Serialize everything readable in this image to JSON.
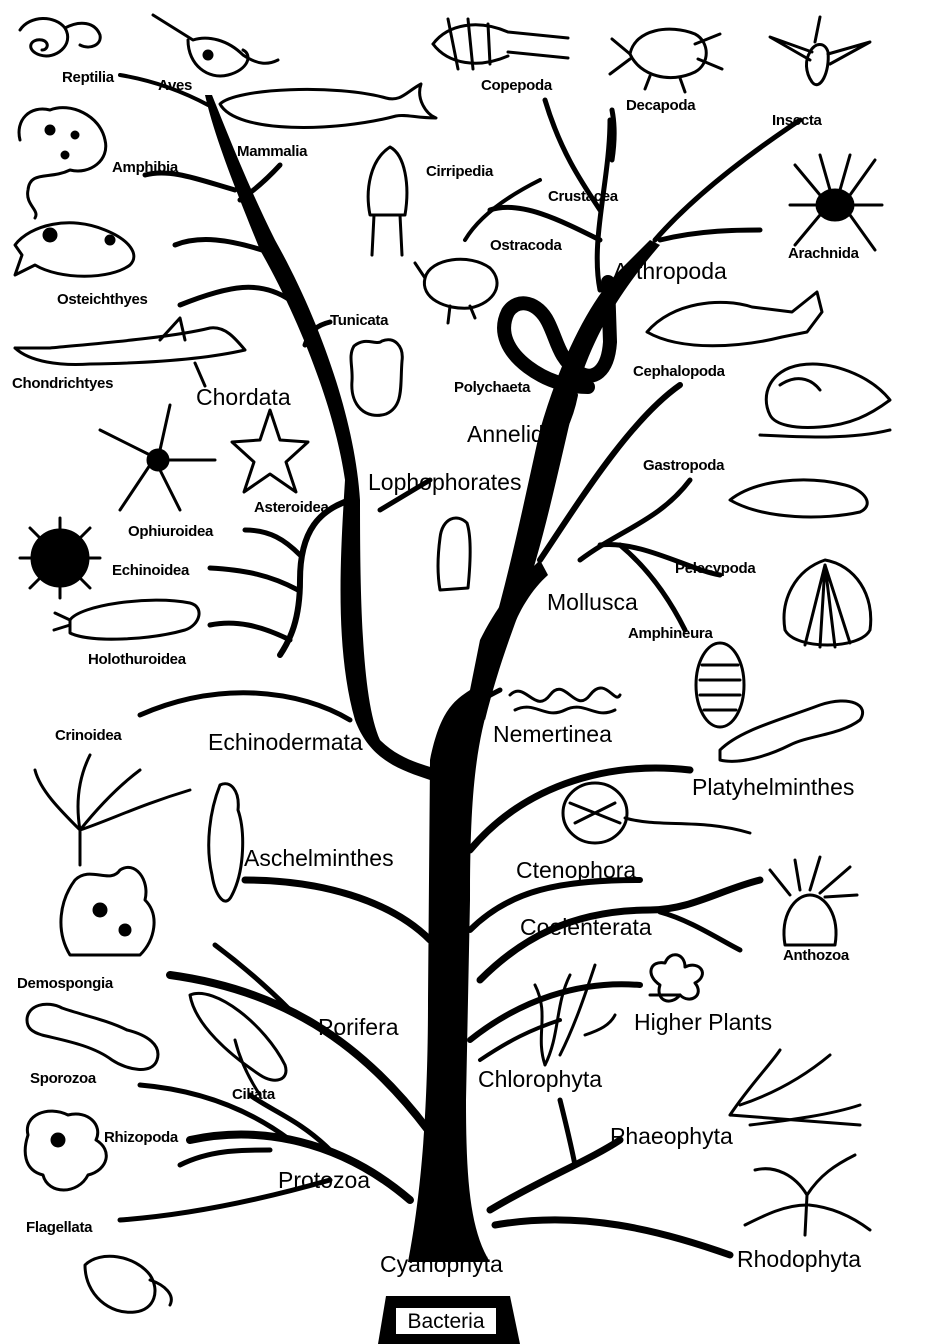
{
  "base": "Bacteria",
  "trunk_base": "Cyanophyta",
  "phyla": {
    "chordata": "Chordata",
    "arthropoda": "Arthropoda",
    "annelida": "Annelida",
    "lophophorates": "Lophophorates",
    "mollusca": "Mollusca",
    "nemertinea": "Nemertinea",
    "echinodermata": "Echinodermata",
    "platyhelminthes": "Platyhelminthes",
    "aschelminthes": "Aschelminthes",
    "ctenophora": "Ctenophora",
    "coelenterata": "Coelenterata",
    "porifera": "Porifera",
    "higher_plants": "Higher Plants",
    "chlorophyta": "Chlorophyta",
    "phaeophyta": "Phaeophyta",
    "protozoa": "Protozoa",
    "rhodophyta": "Rhodophyta"
  },
  "classes": {
    "reptilia": "Reptilia",
    "aves": "Aves",
    "mammalia": "Mammalia",
    "amphibia": "Amphibia",
    "osteichthyes": "Osteichthyes",
    "chondrichtyes": "Chondrichtyes",
    "tunicata": "Tunicata",
    "cirripedia": "Cirripedia",
    "copepoda": "Copepoda",
    "decapoda": "Decapoda",
    "insecta": "Insecta",
    "crustacea": "Crustacea",
    "ostracoda": "Ostracoda",
    "arachnida": "Arachnida",
    "polychaeta": "Polychaeta",
    "cephalopoda": "Cephalopoda",
    "gastropoda": "Gastropoda",
    "pelecypoda": "Pelecypoda",
    "amphineura": "Amphineura",
    "asteroidea": "Asteroidea",
    "ophiuroidea": "Ophiuroidea",
    "echinoidea": "Echinoidea",
    "holothuroidea": "Holothuroidea",
    "crinoidea": "Crinoidea",
    "anthozoa": "Anthozoa",
    "demospongia": "Demospongia",
    "sporozoa": "Sporozoa",
    "ciliata": "Ciliata",
    "rhizopoda": "Rhizopoda",
    "flagellata": "Flagellata"
  },
  "colors": {
    "ink": "#000000",
    "paper": "#ffffff"
  }
}
